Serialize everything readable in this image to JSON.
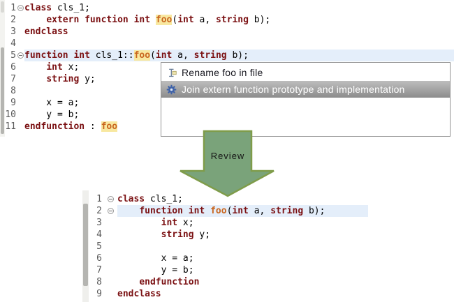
{
  "colors": {
    "keyword": "#7b1113",
    "function_name": "#c9661f",
    "occurrence_highlight": "#f8e8a0",
    "current_line_highlight": "#e4eefa",
    "menu_selected_top": "#bdbdbd",
    "menu_selected_bottom": "#8c8c8c",
    "arrow_fill": "#7aa37a",
    "arrow_border": "#7f9c4a"
  },
  "top_editor": {
    "lines": [
      {
        "num": 1,
        "fold": true,
        "current": false,
        "tokens": [
          [
            "k",
            "class"
          ],
          [
            "p",
            " cls_1;"
          ]
        ]
      },
      {
        "num": 2,
        "fold": false,
        "current": false,
        "tokens": [
          [
            "p",
            "    "
          ],
          [
            "k",
            "extern"
          ],
          [
            "p",
            " "
          ],
          [
            "k",
            "function"
          ],
          [
            "p",
            " "
          ],
          [
            "k",
            "int"
          ],
          [
            "p",
            " "
          ],
          [
            "F",
            "foo"
          ],
          [
            "p",
            "("
          ],
          [
            "k",
            "int"
          ],
          [
            "p",
            " a, "
          ],
          [
            "k",
            "string"
          ],
          [
            "p",
            " b);"
          ]
        ]
      },
      {
        "num": 3,
        "fold": false,
        "current": false,
        "tokens": [
          [
            "k",
            "endclass"
          ]
        ]
      },
      {
        "num": 4,
        "fold": false,
        "current": false,
        "tokens": []
      },
      {
        "num": 5,
        "fold": true,
        "current": true,
        "tokens": [
          [
            "k",
            "function"
          ],
          [
            "p",
            " "
          ],
          [
            "k",
            "int"
          ],
          [
            "p",
            " cls_1::"
          ],
          [
            "F",
            "foo"
          ],
          [
            "p",
            "("
          ],
          [
            "k",
            "int"
          ],
          [
            "p",
            " a, "
          ],
          [
            "k",
            "string"
          ],
          [
            "p",
            " b);"
          ]
        ]
      },
      {
        "num": 6,
        "fold": false,
        "current": false,
        "tokens": [
          [
            "p",
            "    "
          ],
          [
            "k",
            "int"
          ],
          [
            "p",
            " x;"
          ]
        ]
      },
      {
        "num": 7,
        "fold": false,
        "current": false,
        "tokens": [
          [
            "p",
            "    "
          ],
          [
            "k",
            "string"
          ],
          [
            "p",
            " y;"
          ]
        ]
      },
      {
        "num": 8,
        "fold": false,
        "current": false,
        "tokens": []
      },
      {
        "num": 9,
        "fold": false,
        "current": false,
        "tokens": [
          [
            "p",
            "    x = a;"
          ]
        ]
      },
      {
        "num": 10,
        "fold": false,
        "current": false,
        "tokens": [
          [
            "p",
            "    y = b;"
          ]
        ]
      },
      {
        "num": 11,
        "fold": false,
        "current": false,
        "tokens": [
          [
            "k",
            "endfunction"
          ],
          [
            "p",
            " : "
          ],
          [
            "F",
            "foo"
          ]
        ]
      }
    ]
  },
  "popup": {
    "items": [
      {
        "icon": "rename-icon",
        "label": "Rename foo in file",
        "selected": false
      },
      {
        "icon": "gear-icon",
        "label": "Join extern function prototype and implementation",
        "selected": true
      }
    ]
  },
  "arrow": {
    "label": "Review"
  },
  "result_editor": {
    "lines": [
      {
        "num": 1,
        "fold": true,
        "current": false,
        "tokens": [
          [
            "k",
            "class"
          ],
          [
            "p",
            " cls_1;"
          ]
        ]
      },
      {
        "num": 2,
        "fold": true,
        "current": true,
        "tokens": [
          [
            "p",
            "    "
          ],
          [
            "k",
            "function"
          ],
          [
            "p",
            " "
          ],
          [
            "k",
            "int"
          ],
          [
            "p",
            " "
          ],
          [
            "f",
            "foo"
          ],
          [
            "p",
            "("
          ],
          [
            "k",
            "int"
          ],
          [
            "p",
            " a, "
          ],
          [
            "k",
            "string"
          ],
          [
            "p",
            " b);"
          ]
        ]
      },
      {
        "num": 3,
        "fold": false,
        "current": false,
        "tokens": [
          [
            "p",
            "        "
          ],
          [
            "k",
            "int"
          ],
          [
            "p",
            " x;"
          ]
        ]
      },
      {
        "num": 4,
        "fold": false,
        "current": false,
        "tokens": [
          [
            "p",
            "        "
          ],
          [
            "k",
            "string"
          ],
          [
            "p",
            " y;"
          ]
        ]
      },
      {
        "num": 5,
        "fold": false,
        "current": false,
        "tokens": []
      },
      {
        "num": 6,
        "fold": false,
        "current": false,
        "tokens": [
          [
            "p",
            "        x = a;"
          ]
        ]
      },
      {
        "num": 7,
        "fold": false,
        "current": false,
        "tokens": [
          [
            "p",
            "        y = b;"
          ]
        ]
      },
      {
        "num": 8,
        "fold": false,
        "current": false,
        "tokens": [
          [
            "p",
            "    "
          ],
          [
            "k",
            "endfunction"
          ]
        ]
      },
      {
        "num": 9,
        "fold": false,
        "current": false,
        "tokens": [
          [
            "k",
            "endclass"
          ]
        ]
      }
    ]
  }
}
